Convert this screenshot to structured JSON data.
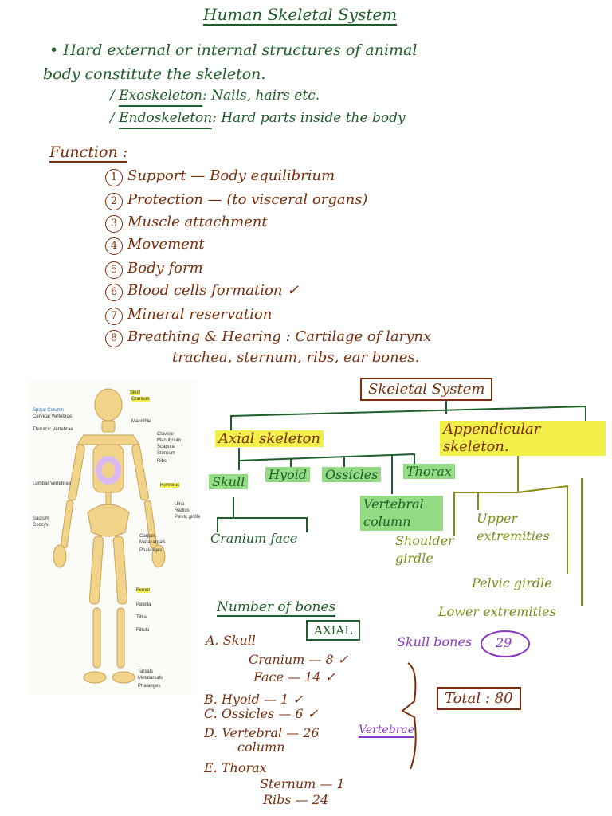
{
  "title": "Human Skeletal System",
  "intro": {
    "line1": "• Hard external or internal structures of animal",
    "line2": "body constitute the skeleton.",
    "exo_label": "Exoskeleton",
    "exo_text": ": Nails, hairs etc.",
    "endo_label": "Endoskeleton",
    "endo_text": ": Hard parts inside the body"
  },
  "function_heading": "Function :",
  "functions": [
    {
      "num": "1",
      "text": "Support — Body equilibrium"
    },
    {
      "num": "2",
      "text": "Protection — (to visceral organs)"
    },
    {
      "num": "3",
      "text": "Muscle attachment"
    },
    {
      "num": "4",
      "text": "Movement"
    },
    {
      "num": "5",
      "text": "Body form"
    },
    {
      "num": "6",
      "text": "Blood cells formation ✓"
    },
    {
      "num": "7",
      "text": "Mineral reservation"
    },
    {
      "num": "8",
      "text": "Breathing & Hearing : Cartilage of larynx"
    }
  ],
  "function_cont": "trachea, sternum, ribs, ear bones.",
  "diagram": {
    "root": "Skeletal System",
    "axial": "Axial skeleton",
    "appendicular": "Appendicular skeleton.",
    "axial_parts": [
      "Skull",
      "Hyoid",
      "Ossicles",
      "Thorax"
    ],
    "vertebral": "Vertebral column",
    "skull_parts": "Cranium   face",
    "append_parts": [
      "Shoulder girdle",
      "Upper extremities",
      "Pelvic girdle",
      "Lower extremities"
    ]
  },
  "bones": {
    "heading": "Number of bones",
    "axial_box": "AXIAL",
    "skull_label": "Skull bones",
    "skull_count": "29",
    "total": "Total : 80",
    "vertebrae_note": "Vertebrae",
    "rows": [
      "A. Skull",
      "Cranium — 8 ✓",
      "Face — 14 ✓",
      "B. Hyoid — 1 ✓",
      "C. Ossicles — 6 ✓",
      "D. Vertebral — 26",
      "column",
      "E. Thorax",
      "Sternum — 1",
      "Ribs — 24"
    ]
  },
  "skeleton_labels": {
    "left": [
      "Spinal Column",
      "Cervical Vertebrae",
      "Thoracic Vertebrae",
      "Lumbar Vertebrae",
      "Sacrum",
      "Coccyx"
    ],
    "right": [
      "Skull",
      "Cranium",
      "Mandible",
      "Clavicle",
      "Manubrium",
      "Scapula",
      "Sternum",
      "Ribs",
      "Humerus",
      "Ulna",
      "Radius",
      "Pelvic girdle",
      "Carpals",
      "Metacarpals",
      "Phalanges",
      "Femur",
      "Patella",
      "Tibia",
      "Fibula",
      "Tarsals",
      "Metatarsals",
      "Phalanges"
    ]
  }
}
